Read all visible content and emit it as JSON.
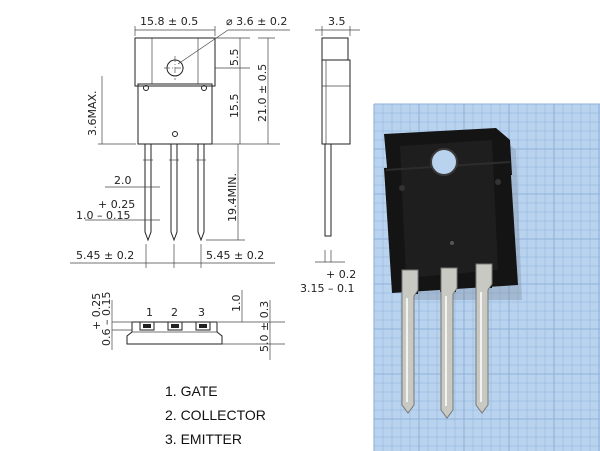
{
  "dimensions": {
    "width_total": "15.8 ± 0.5",
    "hole_dia": "⌀ 3.6 ± 0.2",
    "thickness": "3.5",
    "max_36": "3.6MAX.",
    "d_55_top": "5.5",
    "d_155": "15.5",
    "d_210": "21.0 ± 0.5",
    "d_20": "2.0",
    "lead_w_plus": "+ 0.25",
    "lead_w_main": "1.0 – 0.15",
    "d_194": "19.4MIN.",
    "pitch_left": "5.45 ± 0.2",
    "pitch_right": "5.45 ± 0.2",
    "side_plus": "+ 0.2",
    "side_main": "3.15 – 0.1",
    "bottom_tol": "+ 0.25",
    "bottom_main": "0.6 – 0.15",
    "d_10": "1.0",
    "d_50": "5.0 ± 0.3",
    "pin1": "1",
    "pin2": "2",
    "pin3": "3"
  },
  "legend": [
    "1. GATE",
    "2. COLLECTOR",
    "3. EMITTER"
  ],
  "photo": {
    "background": "#b9d3ef",
    "grid_color": "#8fb2da",
    "body_color": "#141414",
    "lead_color": "#c9c9c4"
  }
}
